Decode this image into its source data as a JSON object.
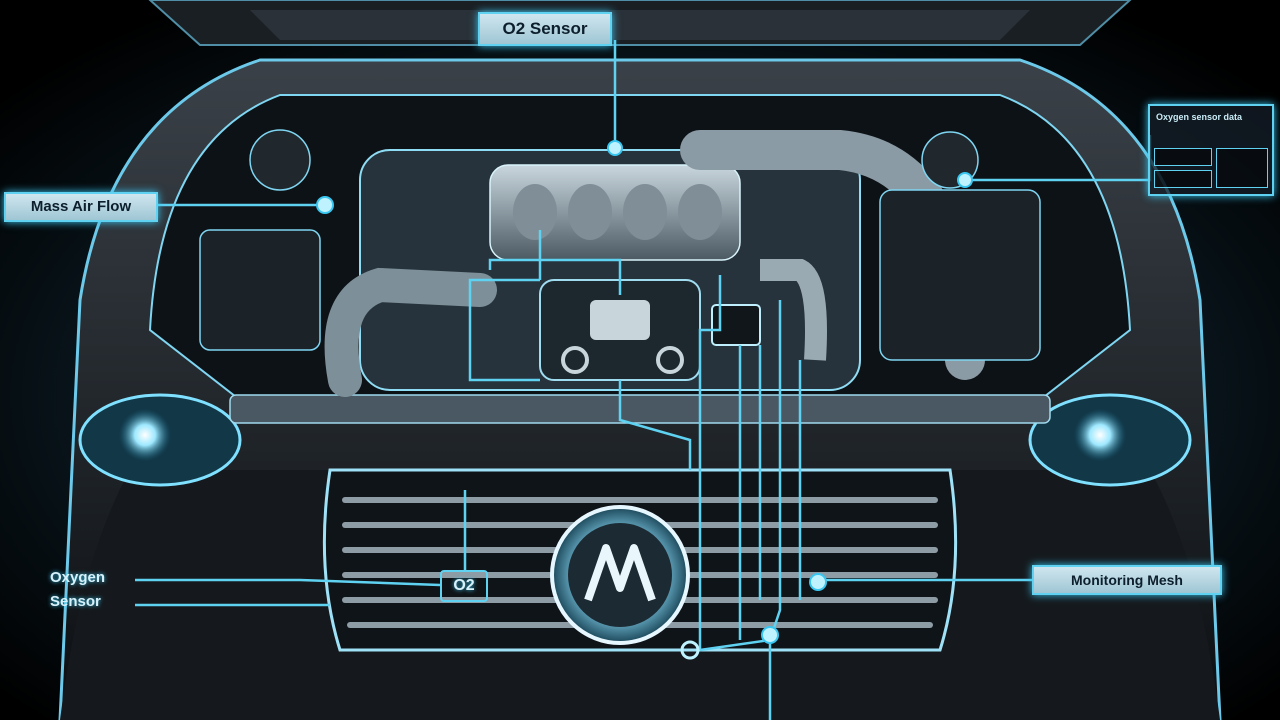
{
  "callouts": {
    "top": "O2 Sensor",
    "left": "Mass Air Flow",
    "bottom_left_line1": "Oxygen",
    "bottom_left_line2": "Sensor",
    "bottom_center": "O2",
    "right": "Monitoring Mesh"
  },
  "panel": {
    "title": "Oxygen sensor data"
  },
  "colors": {
    "glow": "#39c6f0",
    "callout_border": "#5fd2f2",
    "background": "#000000"
  }
}
